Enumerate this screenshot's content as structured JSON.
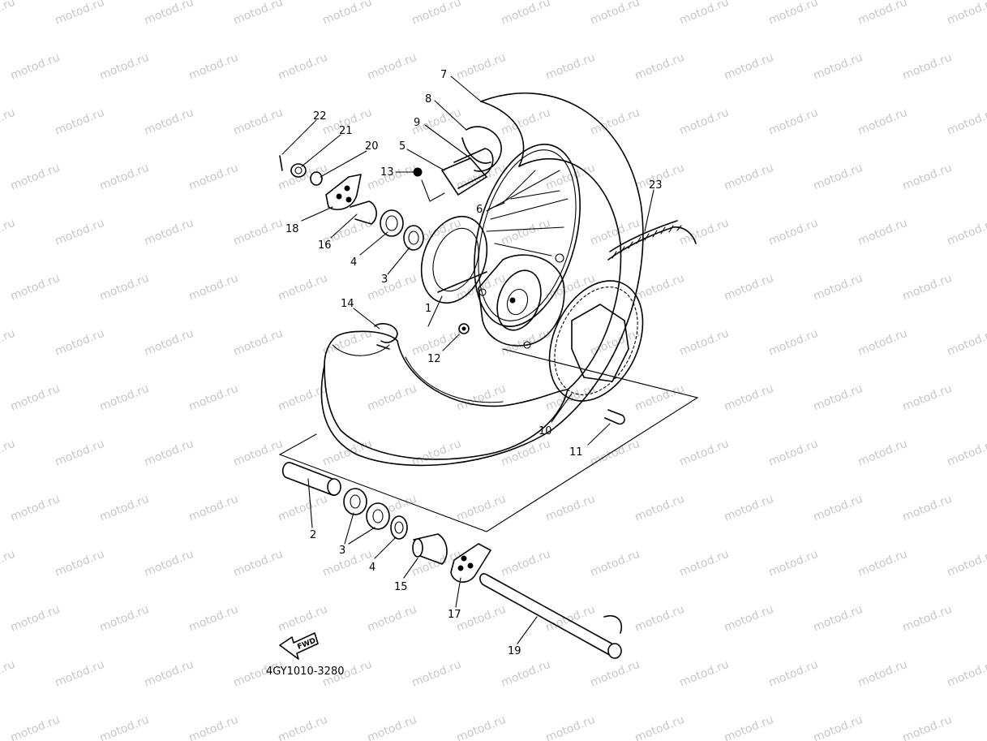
{
  "watermark": {
    "text": "motod.ru",
    "color": "#c8c8c8"
  },
  "diagram_code": "4GY1010-3280",
  "fwd_label": "FWD",
  "callouts": [
    {
      "id": "c1",
      "label": "1"
    },
    {
      "id": "c2",
      "label": "2"
    },
    {
      "id": "c3a",
      "label": "3"
    },
    {
      "id": "c3b",
      "label": "3"
    },
    {
      "id": "c4a",
      "label": "4"
    },
    {
      "id": "c4b",
      "label": "4"
    },
    {
      "id": "c5",
      "label": "5"
    },
    {
      "id": "c6",
      "label": "6"
    },
    {
      "id": "c7",
      "label": "7"
    },
    {
      "id": "c8",
      "label": "8"
    },
    {
      "id": "c9",
      "label": "9"
    },
    {
      "id": "c10",
      "label": "10"
    },
    {
      "id": "c11",
      "label": "11"
    },
    {
      "id": "c12",
      "label": "12"
    },
    {
      "id": "c13",
      "label": "13"
    },
    {
      "id": "c14",
      "label": "14"
    },
    {
      "id": "c15",
      "label": "15"
    },
    {
      "id": "c16",
      "label": "16"
    },
    {
      "id": "c17",
      "label": "17"
    },
    {
      "id": "c18",
      "label": "18"
    },
    {
      "id": "c19",
      "label": "19"
    },
    {
      "id": "c20",
      "label": "20"
    },
    {
      "id": "c21",
      "label": "21"
    },
    {
      "id": "c22",
      "label": "22"
    },
    {
      "id": "c23",
      "label": "23"
    }
  ]
}
